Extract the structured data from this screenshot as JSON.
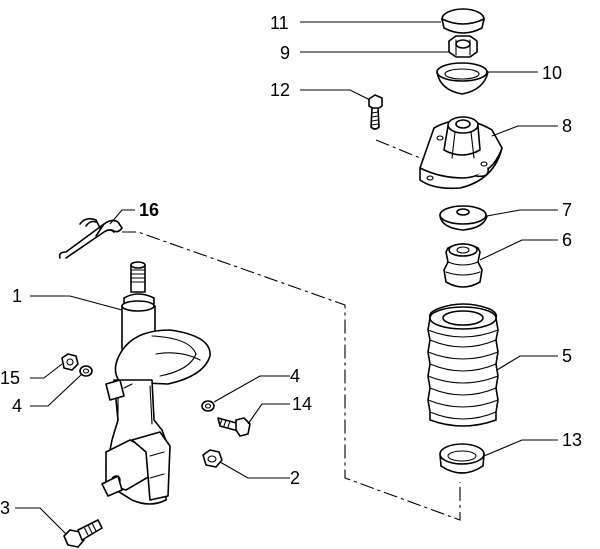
{
  "callouts": {
    "c1": "1",
    "c2": "2",
    "c3": "3",
    "c4a": "4",
    "c4b": "4",
    "c5": "5",
    "c6": "6",
    "c7": "7",
    "c8": "8",
    "c9": "9",
    "c10": "10",
    "c11": "11",
    "c12": "12",
    "c13": "13",
    "c14": "14",
    "c15": "15",
    "c16": "16"
  }
}
